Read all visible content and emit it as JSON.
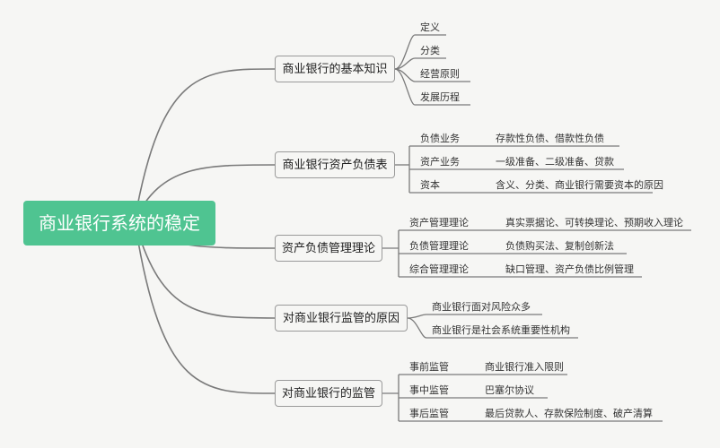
{
  "root": {
    "label": "商业银行系统的稳定"
  },
  "branches": [
    {
      "label": "商业银行的基本知识",
      "children": [
        {
          "label": "定义"
        },
        {
          "label": "分类"
        },
        {
          "label": "经营原则"
        },
        {
          "label": "发展历程"
        }
      ]
    },
    {
      "label": "商业银行资产负债表",
      "children": [
        {
          "label": "负债业务",
          "detail": "存款性负债、借款性负债"
        },
        {
          "label": "资产业务",
          "detail": "一级准备、二级准备、贷款"
        },
        {
          "label": "资本",
          "detail": "含义、分类、商业银行需要资本的原因"
        }
      ]
    },
    {
      "label": "资产负债管理理论",
      "children": [
        {
          "label": "资产管理理论",
          "detail": "真实票据论、可转换理论、预期收入理论"
        },
        {
          "label": "负债管理理论",
          "detail": "负债购买法、复制创新法"
        },
        {
          "label": "综合管理理论",
          "detail": "缺口管理、资产负债比例管理"
        }
      ]
    },
    {
      "label": "对商业银行监管的原因",
      "children": [
        {
          "label": "商业银行面对风险众多"
        },
        {
          "label": "商业银行是社会系统重要性机构"
        }
      ]
    },
    {
      "label": "对商业银行的监管",
      "children": [
        {
          "label": "事前监管",
          "detail": "商业银行准入限则"
        },
        {
          "label": "事中监管",
          "detail": "巴塞尔协议"
        },
        {
          "label": "事后监管",
          "detail": "最后贷款人、存款保险制度、破产清算"
        }
      ]
    }
  ]
}
